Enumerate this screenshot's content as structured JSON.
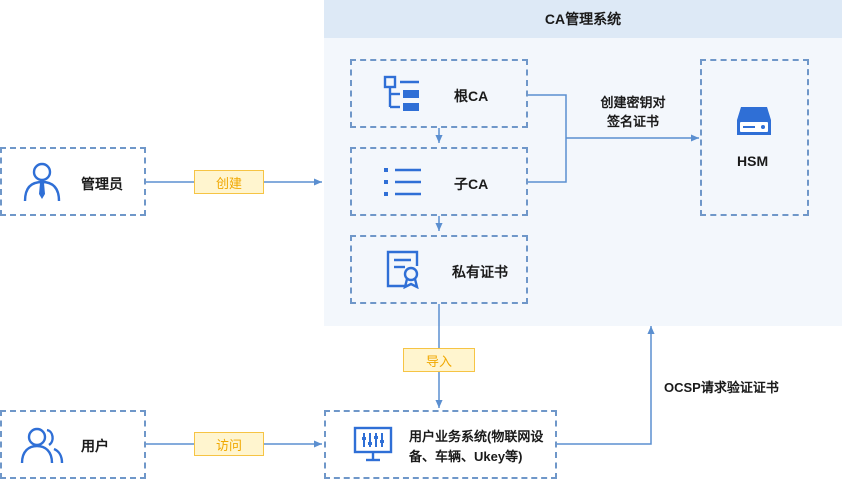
{
  "ca_system": {
    "title": "CA管理系统"
  },
  "nodes": {
    "root_ca": "根CA",
    "sub_ca": "子CA",
    "private_cert": "私有证书",
    "hsm": "HSM",
    "admin": "管理员",
    "user": "用户",
    "business_system_line1": "用户业务系统(物联网设",
    "business_system_line2": "备、车辆、Ukey等)"
  },
  "edges": {
    "create": "创建",
    "import": "导入",
    "access": "访问",
    "key_sign_line1": "创建密钥对",
    "key_sign_line2": "签名证书",
    "ocsp": "OCSP请求验证证书"
  },
  "colors": {
    "box_border": "#6f97c9",
    "icon_blue": "#2f6fd6",
    "line": "#5b8fd0",
    "tag_fill": "#fff5cf",
    "tag_border": "#f6c444",
    "tag_text": "#f0a800",
    "panel_bg": "#f3f7fc",
    "header_bg": "#dde9f6"
  },
  "icons": [
    "tree-icon",
    "list-icon",
    "certificate-icon",
    "server-icon",
    "admin-person-icon",
    "users-icon",
    "monitor-icon"
  ]
}
